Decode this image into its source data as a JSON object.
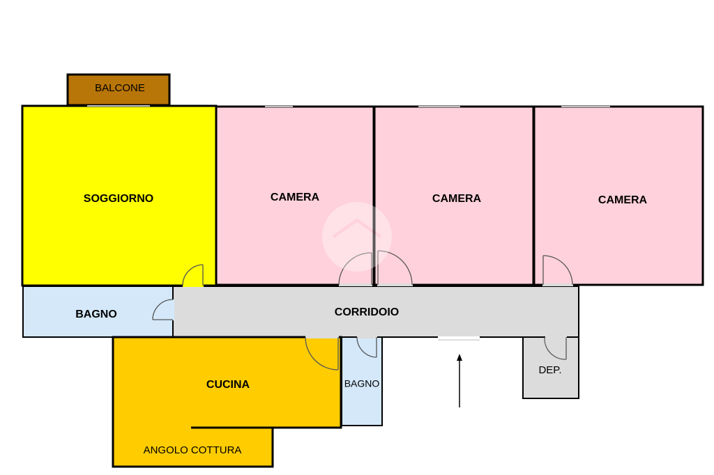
{
  "colors": {
    "balcone": "#b87508",
    "soggiorno": "#ffff00",
    "camera": "#ffd1dc",
    "bagno": "#d4e8fa",
    "corridoio": "#dcdcdc",
    "cucina": "#ffcc00",
    "dep": "#dcdcdc",
    "wall": "#000000"
  },
  "rooms": {
    "balcone": "BALCONE",
    "soggiorno": "SOGGIORNO",
    "camera_1": "CAMERA",
    "camera_2": "CAMERA",
    "camera_3": "CAMERA",
    "bagno_1": "BAGNO",
    "corridoio": "CORRIDOIO",
    "cucina": "CUCINA",
    "bagno_2": "BAGNO",
    "angolo_cottura": "ANGOLO COTTURA",
    "dep": "DEP."
  }
}
